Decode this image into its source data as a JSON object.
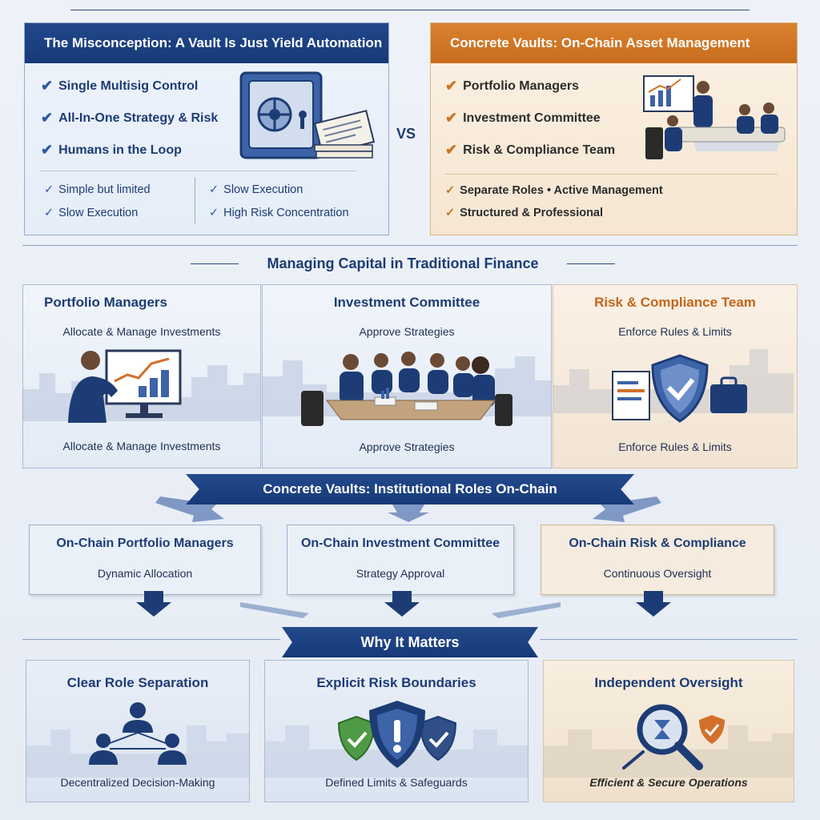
{
  "misconception": {
    "title": "The Misconception: A Vault Is Just Yield Automation",
    "items": [
      "Single Multisig Control",
      "All-In-One Strategy & Risk",
      "Humans in the Loop"
    ],
    "col1": [
      "Simple but limited",
      "Slow Execution"
    ],
    "col2": [
      "Slow Execution",
      "High Risk Concentration"
    ]
  },
  "vs_label": "VS",
  "concrete": {
    "title": "Concrete Vaults: On-Chain Asset Management",
    "items": [
      "Portfolio Managers",
      "Investment Committee",
      "Risk & Compliance Team"
    ],
    "bottom": [
      "Separate Roles • Active Management",
      "Structured & Professional"
    ]
  },
  "traditional": {
    "title": "Managing Capital in Traditional Finance",
    "cards": [
      {
        "title": "Portfolio Managers",
        "top": "Allocate & Manage Investments",
        "bottom": "Allocate & Manage Investments"
      },
      {
        "title": "Investment Committee",
        "top": "Approve Strategies",
        "bottom": "Approve Strategies"
      },
      {
        "title": "Risk & Compliance Team",
        "top": "Enforce Rules & Limits",
        "bottom": "Enforce Rules & Limits"
      }
    ]
  },
  "onchain": {
    "banner": "Concrete Vaults: Institutional Roles On-Chain",
    "boxes": [
      {
        "title": "On-Chain Portfolio Managers",
        "sub": "Dynamic Allocation"
      },
      {
        "title": "On-Chain Investment Committee",
        "sub": "Strategy Approval"
      },
      {
        "title": "On-Chain Risk & Compliance",
        "sub": "Continuous Oversight"
      }
    ]
  },
  "why": {
    "title": "Why It Matters",
    "cards": [
      {
        "title": "Clear Role Separation",
        "sub": "Decentralized Decision-Making"
      },
      {
        "title": "Explicit Risk Boundaries",
        "sub": "Defined Limits & Safeguards"
      },
      {
        "title": "Independent Oversight",
        "sub": "Efficient & Secure Operations"
      }
    ]
  },
  "colors": {
    "navy": "#1d3c75",
    "banner_blue": "#163a78",
    "orange": "#c86d1c",
    "bg": "#eef2f8"
  }
}
